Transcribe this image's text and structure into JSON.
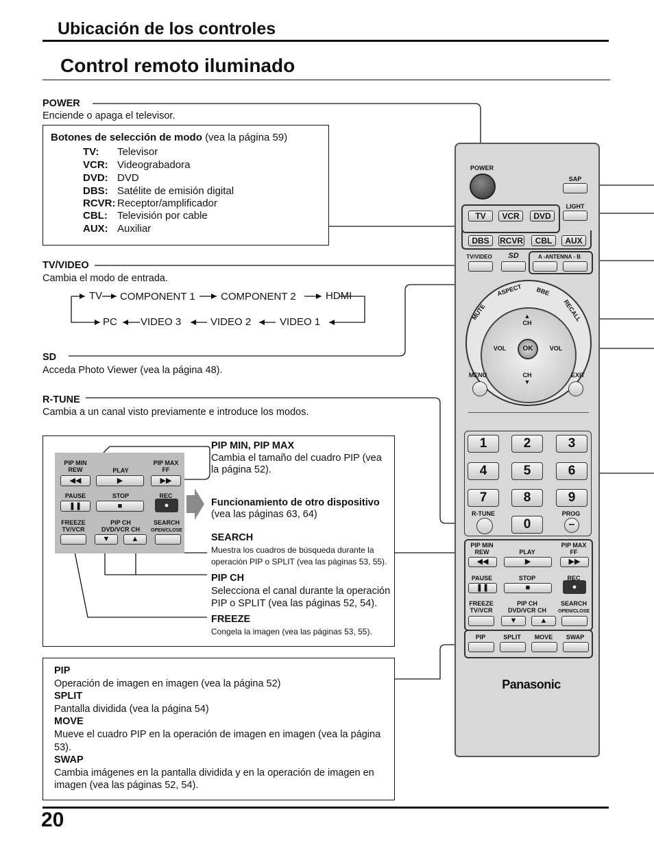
{
  "header": {
    "section": "Ubicación de los controles",
    "title": "Control remoto iluminado",
    "page_number": "20"
  },
  "power": {
    "label": "POWER",
    "desc": "Enciende o apaga el televisor."
  },
  "mode_box": {
    "heading": "Botones de selección de modo",
    "ref": "(vea la página 59)",
    "items": [
      {
        "key": "TV:",
        "value": "Televisor"
      },
      {
        "key": "VCR:",
        "value": "Videograbadora"
      },
      {
        "key": "DVD:",
        "value": "DVD"
      },
      {
        "key": "DBS:",
        "value": "Satélite de emisión digital"
      },
      {
        "key": "RCVR:",
        "value": "Receptor/amplificador"
      },
      {
        "key": "CBL:",
        "value": "Televisión por cable"
      },
      {
        "key": "AUX:",
        "value": "Auxiliar"
      }
    ]
  },
  "tvvideo": {
    "label": "TV/VIDEO",
    "desc": "Cambia el modo de entrada.",
    "flow_top": [
      "TV",
      "COMPONENT 1",
      "COMPONENT 2",
      "HDMI"
    ],
    "flow_bottom": [
      "PC",
      "VIDEO 3",
      "VIDEO 2",
      "VIDEO 1"
    ]
  },
  "sd": {
    "label": "SD",
    "desc": "Acceda Photo Viewer (vea la página 48)."
  },
  "rtune": {
    "label": "R-TUNE",
    "desc": "Cambia a un canal visto previamente e introduce los modos."
  },
  "pip_box": {
    "pipminmax": {
      "label": "PIP MIN, PIP MAX",
      "desc": "Cambia el tamaño del cuadro PIP (vea la página 52)."
    },
    "other": {
      "label": "Funcionamiento de otro dispositivo",
      "desc": "(vea las páginas 63, 64)"
    },
    "search": {
      "label": "SEARCH",
      "desc": "Muestra los cuadros de búsqueda durante la operación PIP o SPLIT (vea las páginas 53, 55)."
    },
    "pipch": {
      "label": "PIP CH",
      "desc": "Selecciona el canal durante la operación PIP o SPLIT (vea las páginas 52, 54)."
    },
    "freeze": {
      "label": "FREEZE",
      "desc": "Congela la imagen (vea las páginas 53, 55)."
    },
    "mini": {
      "pipmin": "PIP MIN",
      "rew": "REW",
      "play": "PLAY",
      "pipmax": "PIP MAX",
      "ff": "FF",
      "pause": "PAUSE",
      "stop": "STOP",
      "rec": "REC",
      "freeze": "FREEZE",
      "tvvcr": "TV/VCR",
      "pipch": "PIP CH",
      "dvdvcrch": "DVD/VCR CH",
      "search": "SEARCH",
      "openclose": "OPEN/CLOSE"
    }
  },
  "bottom_box": {
    "pip": {
      "label": "PIP",
      "desc": "Operación de imagen en imagen (vea la página 52)"
    },
    "split": {
      "label": "SPLIT",
      "desc": "Pantalla dividida (vea la página 54)"
    },
    "move": {
      "label": "MOVE",
      "desc": "Mueve el cuadro PIP en la operación de imagen en imagen (vea la página 53)."
    },
    "swap": {
      "label": "SWAP",
      "desc": "Cambia imágenes en la pantalla dividida y en la operación de imagen en imagen  (vea las páginas 52, 54)."
    }
  },
  "remote": {
    "power": "POWER",
    "sap": "SAP",
    "light": "LIGHT",
    "modes_row1": [
      "TV",
      "VCR",
      "DVD"
    ],
    "modes_row2": [
      "DBS",
      "RCVR",
      "CBL",
      "AUX"
    ],
    "tvvideo": "TV/VIDEO",
    "sd": "SD",
    "antenna": "A -ANTENNA - B",
    "mute": "MUTE",
    "aspect": "ASPECT",
    "bbe": "BBE",
    "recall": "RECALL",
    "ch": "CH",
    "vol": "VOL",
    "ok": "OK",
    "menu": "MENU",
    "exit": "EXIT",
    "digits": [
      "1",
      "2",
      "3",
      "4",
      "5",
      "6",
      "7",
      "8",
      "9",
      "0"
    ],
    "rtune": "R-TUNE",
    "prog": "PROG",
    "pip_row": [
      "PIP",
      "SPLIT",
      "MOVE",
      "SWAP"
    ],
    "brand": "Panasonic"
  }
}
